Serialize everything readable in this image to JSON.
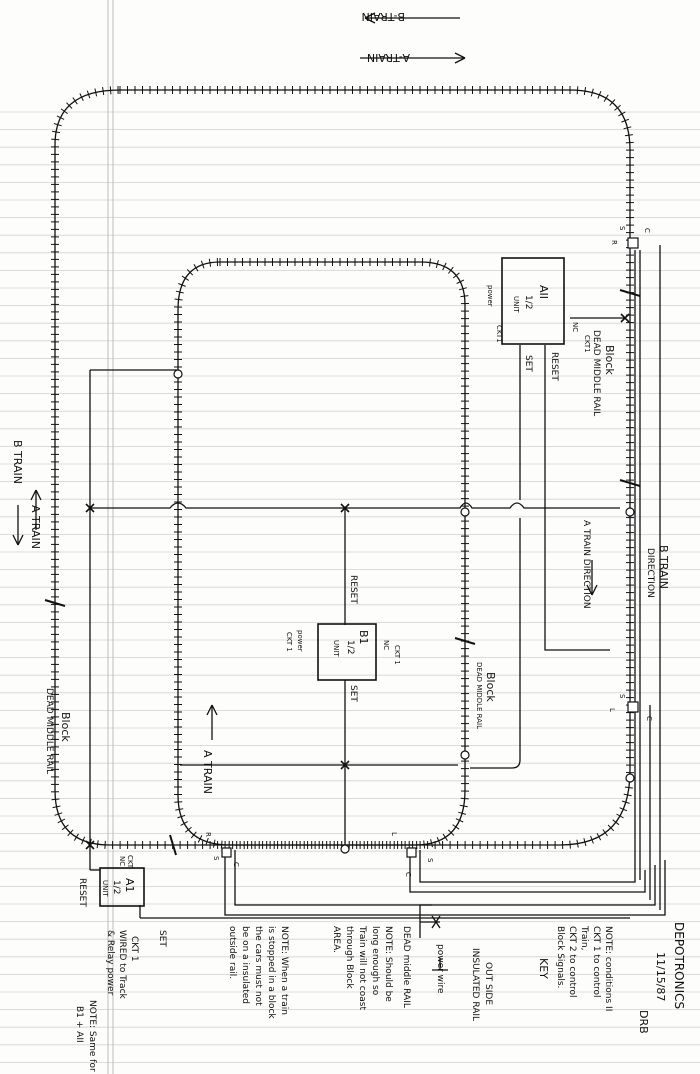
{
  "header": {
    "b_train_arrow_label": "B-TRAIN",
    "a_train_arrow_label": "A-TRAIN"
  },
  "units": {
    "a2": {
      "name": "AII",
      "fraction": "1/2",
      "word": "UNIT",
      "power": "power",
      "ckt": "CKT1",
      "nc": "NC",
      "set": "SET",
      "reset": "RESET"
    },
    "b1": {
      "name": "B1",
      "fraction": "1/2",
      "word": "UNIT",
      "power": "power",
      "ckt_left": "CKT 1",
      "ckt_right": "CKT 1",
      "nc": "NC",
      "set": "SET",
      "reset": "RESET"
    },
    "a1": {
      "name": "A1",
      "fraction": "1/2",
      "word": "UNIT",
      "ckt": "CKT",
      "nc": "NC",
      "set": "SET",
      "reset": "RESET"
    }
  },
  "labels": {
    "block_right": "Block",
    "dead_middle_right": "DEAD MIDDLE RAIL",
    "block_center": "Block",
    "dead_middle_center": "DEAD MIDDLE RAIL",
    "block_left": "Block",
    "dead_middle_left": "DEAD MIDDLE RAIL",
    "b_train_direction_1": "B TRAIN",
    "b_train_direction_2": "DIRECTION",
    "a_train_direction": "A TRAIN DIRECTION",
    "a_train_inner": "A TRAIN",
    "a_train_left": "A TRAIN",
    "b_train_left": "B TRAIN",
    "terminals": {
      "s": "S",
      "c": "C",
      "r": "R",
      "l": "L"
    }
  },
  "notes": {
    "company": "DEPOTRONICS",
    "date": "11/15/87",
    "initials": "DRB",
    "note1": [
      "NOTE: conditions II",
      "CKT 1 to control",
      "Train,",
      "CKT 2 to control",
      "Block Signals."
    ],
    "key_title": "KEY",
    "key_insulated_1": "OUT SIDE",
    "key_insulated_2": "INSULATED RAIL",
    "key_power_wire": "power wire",
    "key_dead_middle": "DEAD middle RAIL",
    "note2": [
      "NOTE: Should be",
      "long enough so",
      "Train will not coast",
      "through Block",
      "AREA."
    ],
    "note3": [
      "NOTE: When a train",
      "is stopped in a block",
      "the cars must not",
      "be on a insulated",
      "outside rail."
    ],
    "note4": [
      "CKT 1",
      "WIRED to Track",
      "& Relay power"
    ],
    "note5": [
      "NOTE: Same for",
      "B1 + AII"
    ]
  }
}
